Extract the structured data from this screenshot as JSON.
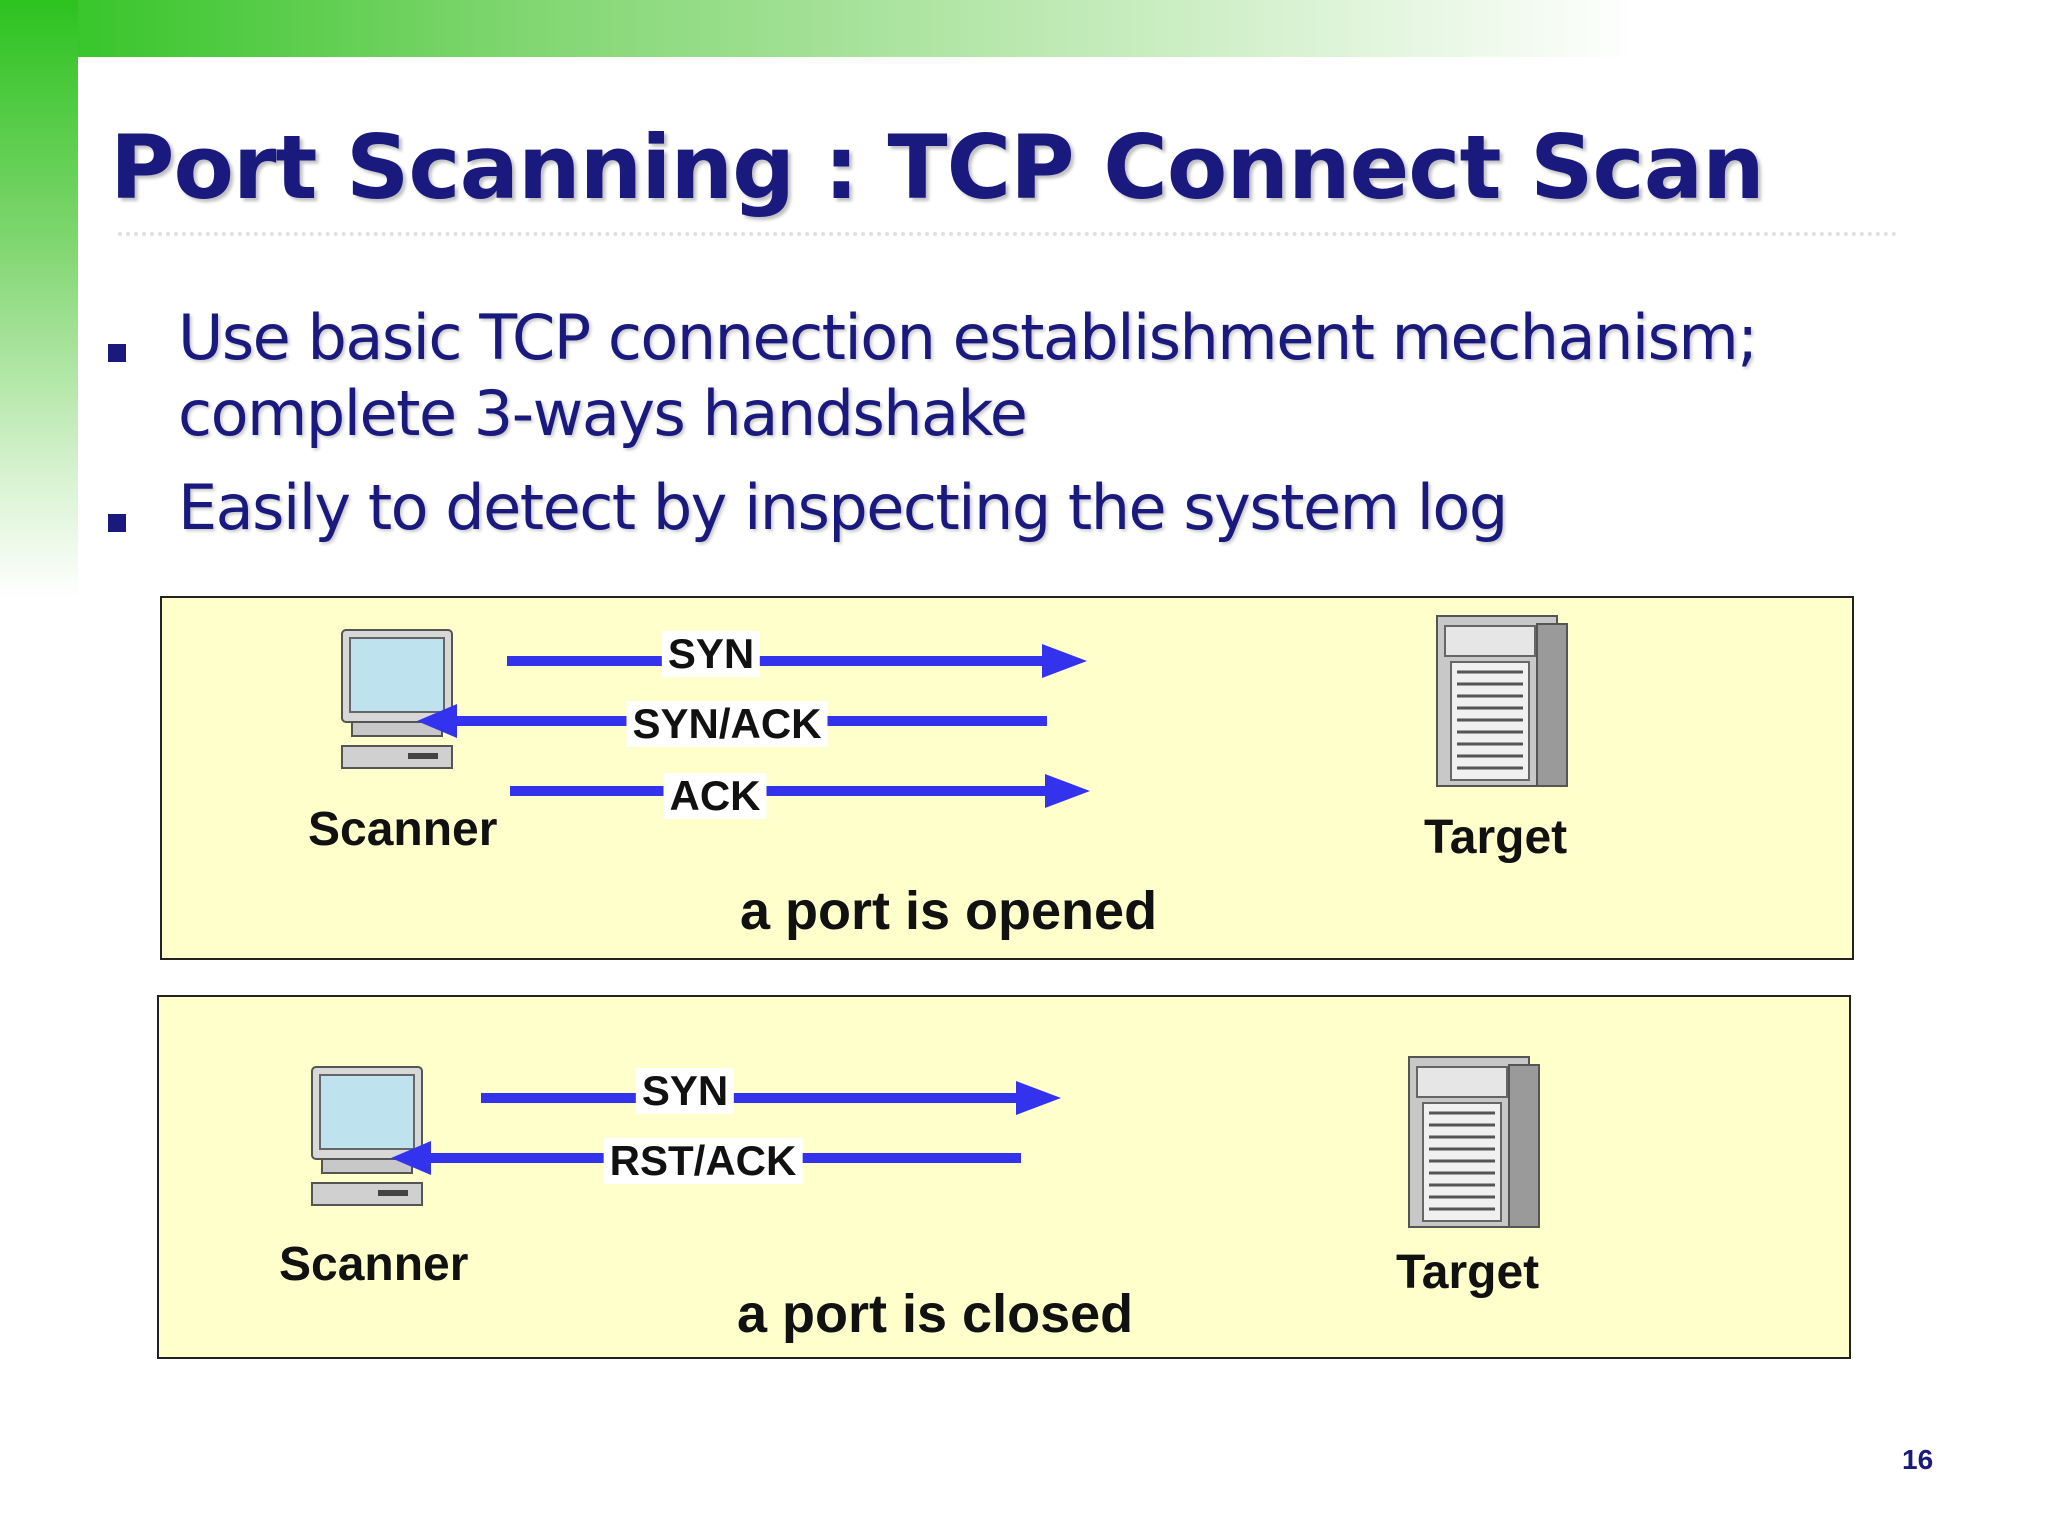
{
  "slide": {
    "title": "Port Scanning : TCP Connect Scan",
    "page_number": "16"
  },
  "bullets": [
    {
      "line1": "Use basic TCP connection establishment mechanism;",
      "line2": "complete 3-ways handshake"
    },
    {
      "line1": "Easily to detect by inspecting the system log"
    }
  ],
  "diagrams": {
    "open": {
      "caption": "a port is opened",
      "scanner_label": "Scanner",
      "target_label": "Target",
      "messages": [
        "SYN",
        "SYN/ACK",
        "ACK"
      ]
    },
    "closed": {
      "caption": "a port is closed",
      "scanner_label": "Scanner",
      "target_label": "Target",
      "messages": [
        "SYN",
        "RST/ACK"
      ]
    }
  },
  "colors": {
    "title_text": "#1a1a7e",
    "arrow": "#3333ee",
    "panel_fill": "#ffffcc",
    "accent_green": "#2cc21f"
  },
  "icons": {
    "scanner": "desktop-computer-icon",
    "target": "server-tower-icon"
  }
}
